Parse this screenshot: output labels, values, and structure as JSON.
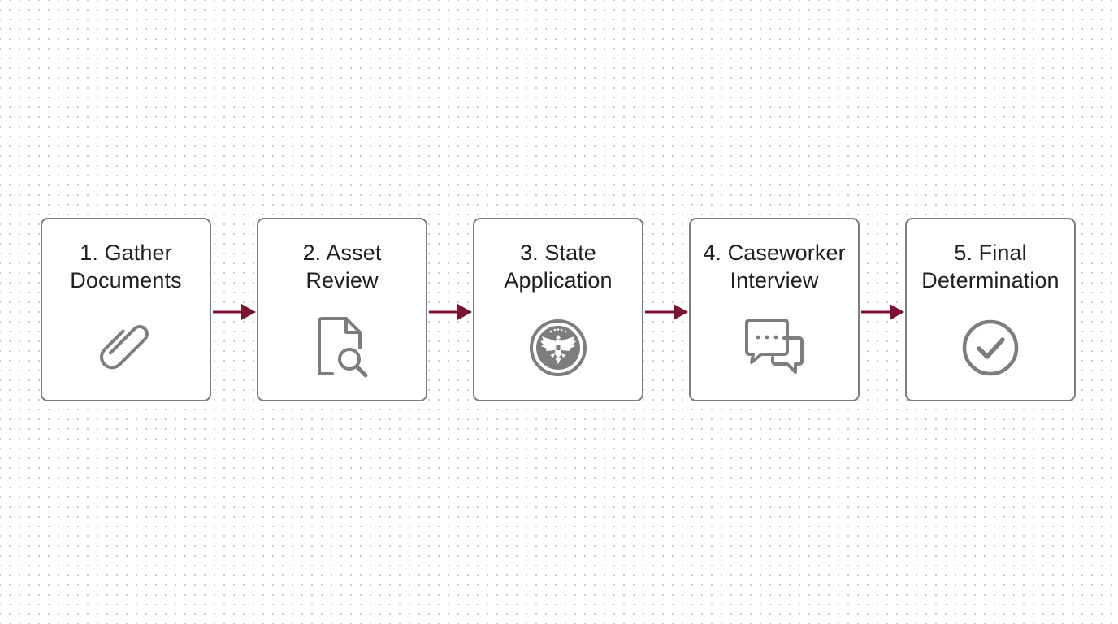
{
  "colors": {
    "border": "#7d7d7d",
    "icon": "#7d7d7d",
    "arrow": "#7a1230",
    "text": "#1f1f1f"
  },
  "steps": [
    {
      "line1": "1. Gather",
      "line2": "Documents",
      "icon": "paperclip-icon"
    },
    {
      "line1": "2. Asset",
      "line2": "Review",
      "icon": "document-search-icon"
    },
    {
      "line1": "3. State",
      "line2": "Application",
      "icon": "eagle-seal-icon"
    },
    {
      "line1": "4. Caseworker",
      "line2": "Interview",
      "icon": "chat-bubbles-icon"
    },
    {
      "line1": "5. Final",
      "line2": "Determination",
      "icon": "check-circle-icon"
    }
  ]
}
